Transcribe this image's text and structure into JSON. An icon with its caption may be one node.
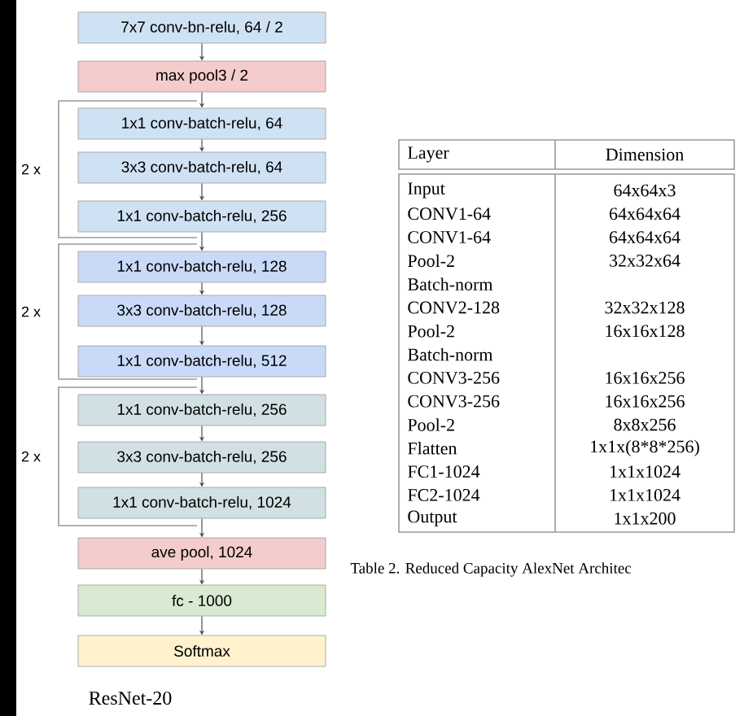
{
  "diagram": {
    "nodes": [
      {
        "text": [
          "7x7 conv-bn-relu, 64 / 2"
        ]
      },
      {
        "text": [
          "max pool3 / 2"
        ]
      },
      {
        "text": [
          "1x1 conv-batch-relu, 64"
        ]
      },
      {
        "text": [
          "3x3 conv-batch-relu, 64"
        ]
      },
      {
        "text": [
          "1x1 conv-batch-relu, 256"
        ]
      },
      {
        "text": [
          "1x1 conv-batch-relu, 128"
        ]
      },
      {
        "text": [
          "3x3 conv-batch-relu, 128"
        ]
      },
      {
        "text": [
          "1x1 conv-batch-relu, 512"
        ]
      },
      {
        "text": [
          "1x1 conv-batch-relu, 256"
        ]
      },
      {
        "text": [
          "3x3 conv-batch-relu, 256"
        ]
      },
      {
        "text": [
          "1x1 conv-batch-relu, 1024"
        ]
      },
      {
        "text": [
          "ave pool, 1024"
        ]
      },
      {
        "text": [
          "fc - 1000"
        ]
      },
      {
        "text": [
          "Softmax"
        ]
      }
    ],
    "edges": [
      {
        "from": 0,
        "to": 1,
        "arrow": "to"
      },
      {
        "from": 1,
        "to": 2,
        "arrow": "to"
      },
      {
        "from": 2,
        "to": 3,
        "arrow": "to"
      },
      {
        "from": 3,
        "to": 4,
        "arrow": "to"
      },
      {
        "from": 4,
        "to": 5,
        "arrow": "to"
      },
      {
        "from": 5,
        "to": 6,
        "arrow": "to"
      },
      {
        "from": 6,
        "to": 7,
        "arrow": "to"
      },
      {
        "from": 7,
        "to": 8,
        "arrow": "to"
      },
      {
        "from": 8,
        "to": 9,
        "arrow": "to"
      },
      {
        "from": 9,
        "to": 10,
        "arrow": "to"
      },
      {
        "from": 10,
        "to": 11,
        "arrow": "to"
      },
      {
        "from": 11,
        "to": 12,
        "arrow": "to"
      },
      {
        "from": 12,
        "to": 13,
        "arrow": "to"
      }
    ],
    "labels": [
      "2 x",
      "2 x",
      "2 x",
      "Layer",
      "Dimension",
      "Input",
      "64x64x3",
      "CONV1-64",
      "64x64x64",
      "CONV1-64",
      "64x64x64",
      "Pool-2",
      "32x32x64",
      "Batch-norm",
      "CONV2-128",
      "32x32x128",
      "Pool-2",
      "16x16x128",
      "Batch-norm",
      "CONV3-256",
      "16x16x256",
      "CONV3-256",
      "16x16x256",
      "Pool-2",
      "8x8x256",
      "Flatten",
      "1x1x(8*8*256)",
      "FC1-1024",
      "1x1x1024",
      "FC2-1024",
      "1x1x1024",
      "Output",
      "1x1x200",
      "Table 2. Reduced Capacity AlexNet Architec",
      "ResNet-20"
    ]
  }
}
